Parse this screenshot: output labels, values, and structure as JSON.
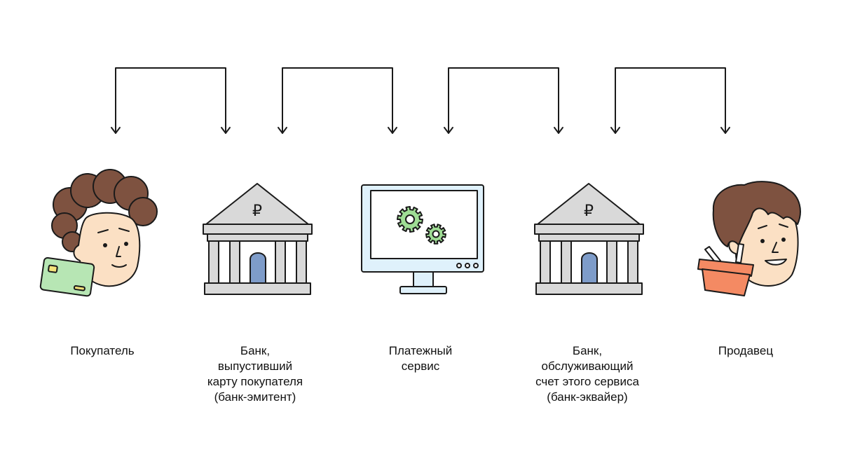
{
  "colors": {
    "outline": "#1a1a1a",
    "skin": "#fbe0c4",
    "hair": "#7e5240",
    "card": "#b7e6b4",
    "card_chip": "#f3e27a",
    "bank": "#d9d9d9",
    "door": "#7e9cc9",
    "screen": "#dff1fb",
    "gear": "#9fdd95",
    "basket": "#f48a63"
  },
  "nodes": [
    {
      "id": "buyer",
      "icon": "buyer-face-with-card-icon",
      "label": "Покупатель"
    },
    {
      "id": "issuer-bank",
      "icon": "bank-building-icon",
      "label": "Банк,\nвыпустивший\nкарту покупателя\n(банк-эмитент)"
    },
    {
      "id": "payment-service",
      "icon": "computer-monitor-gears-icon",
      "label": "Платежный\nсервис"
    },
    {
      "id": "acquirer-bank",
      "icon": "bank-building-icon",
      "label": "Банк,\nобслуживающий\nсчет этого сервиса\n(банк-эквайер)"
    },
    {
      "id": "seller",
      "icon": "seller-face-with-basket-icon",
      "label": "Продавец"
    }
  ],
  "connections": [
    {
      "from": "buyer",
      "to": "issuer-bank",
      "direction": "both"
    },
    {
      "from": "issuer-bank",
      "to": "payment-service",
      "direction": "both"
    },
    {
      "from": "payment-service",
      "to": "acquirer-bank",
      "direction": "both"
    },
    {
      "from": "acquirer-bank",
      "to": "seller",
      "direction": "both"
    }
  ],
  "bank_symbol": "₽"
}
